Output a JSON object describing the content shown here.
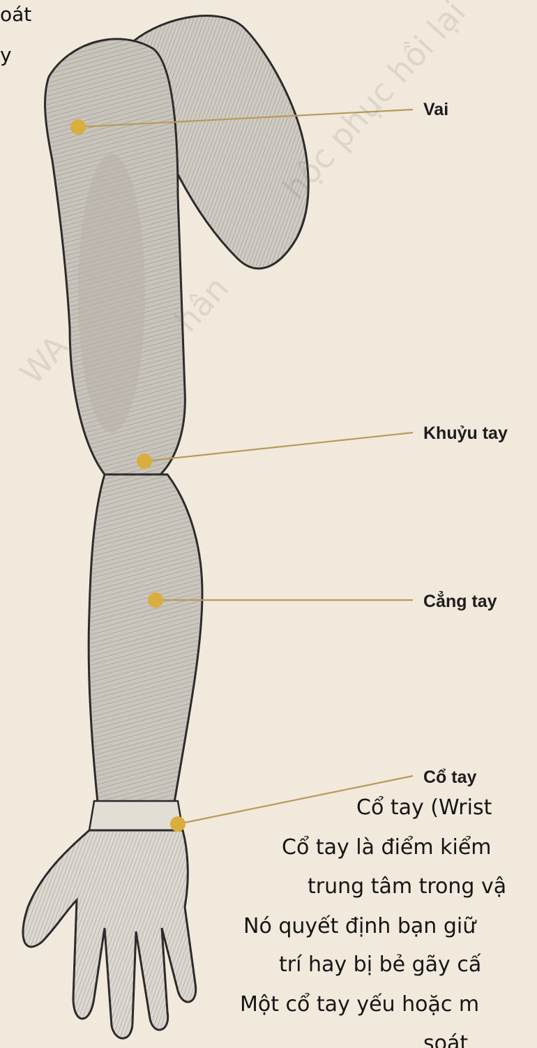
{
  "corner_text": {
    "line1": "oát",
    "line2": "y"
  },
  "labels": {
    "shoulder": "Vai",
    "elbow": "Khuỷu tay",
    "forearm": "Cẳng tay",
    "wrist": "Cổ tay"
  },
  "watermarks": [
    "WA",
    "hân",
    "hộc phục hồi lại"
  ],
  "body_text": {
    "title": "Cổ tay (Wrist",
    "lines": [
      "Cổ tay là điểm kiểm",
      "trung tâm trong vậ",
      "Nó quyết định bạn giữ",
      "trí hay bị bẻ gãy cấ",
      "Một cổ tay yếu hoặc m",
      "soát"
    ]
  },
  "colors": {
    "background": "#f1e9dc",
    "leader_line": "#b89a5a",
    "marker": "#d9ad3e",
    "text": "#1d1d1d"
  }
}
